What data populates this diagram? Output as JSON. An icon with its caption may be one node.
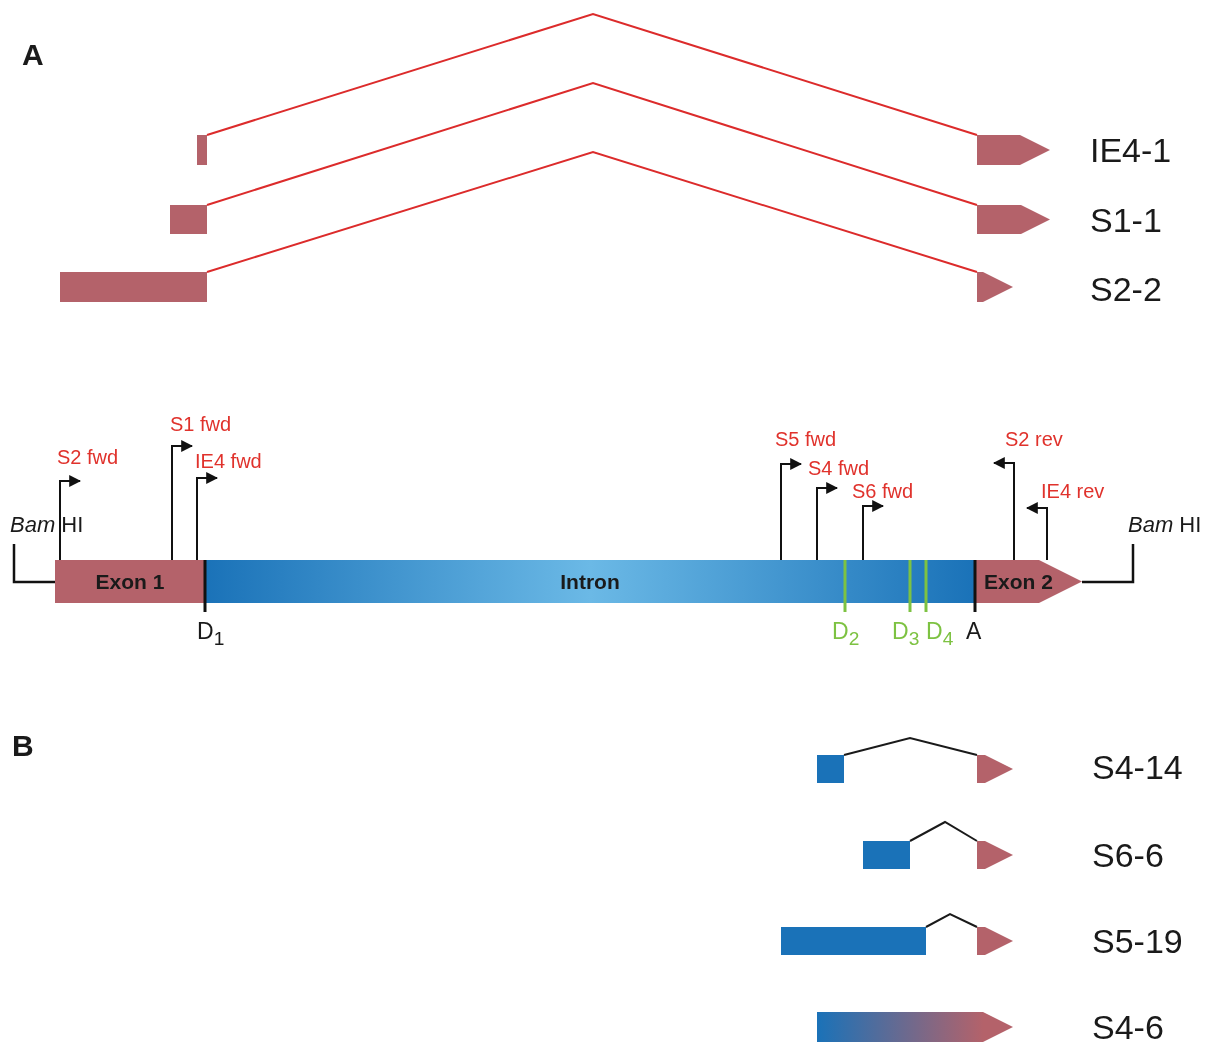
{
  "diagram": {
    "nodes": [
      {
        "text": [],
        "shape": "bar"
      },
      {
        "text": [],
        "shape": "arrow"
      },
      {
        "text": [],
        "shape": "bar"
      },
      {
        "text": [],
        "shape": "arrow"
      },
      {
        "text": [],
        "shape": "bar"
      },
      {
        "text": [],
        "shape": "arrow"
      },
      {
        "text": [
          "Exon 1"
        ],
        "beside": [
          "S1 fwd",
          "S2 fwd",
          "IE4 fwd",
          "*Bam* HI",
          "D$_{1}$"
        ]
      },
      {
        "text": [
          "Intron"
        ],
        "beside": [
          "S5 fwd",
          "S4 fwd",
          "S6 fwd",
          "D$_{2}$",
          "D$_{3}$",
          "D$_{4}$"
        ]
      },
      {
        "text": [
          "Exon 2"
        ],
        "beside": [
          "S2 rev",
          "IE4 rev",
          "*Bam* HI",
          "A"
        ]
      },
      {
        "text": [],
        "shape": "bar"
      },
      {
        "text": [],
        "shape": "arrow"
      },
      {
        "text": [],
        "shape": "bar"
      },
      {
        "text": [],
        "shape": "arrow"
      },
      {
        "text": [],
        "shape": "bar"
      },
      {
        "text": [],
        "shape": "arrow"
      },
      {
        "text": [],
        "shape": "arrow"
      }
    ],
    "edges": [
      {
        "from": 0,
        "to": 1,
        "arrow": "none",
        "color": "#dc2b2b"
      },
      {
        "from": 2,
        "to": 3,
        "arrow": "none",
        "color": "#dc2b2b"
      },
      {
        "from": 4,
        "to": 5,
        "arrow": "none",
        "color": "#dc2b2b"
      },
      {
        "from": 9,
        "to": 10,
        "arrow": "none",
        "color": "#1a1a1a"
      },
      {
        "from": 11,
        "to": 12,
        "arrow": "none",
        "color": "#1a1a1a"
      },
      {
        "from": 13,
        "to": 14,
        "arrow": "none",
        "color": "#1a1a1a"
      }
    ],
    "labels": [
      "A",
      "IE4-1",
      "S1-1",
      "S2-2",
      "B",
      "S4-14",
      "S6-6",
      "S5-19",
      "S4-6"
    ]
  }
}
